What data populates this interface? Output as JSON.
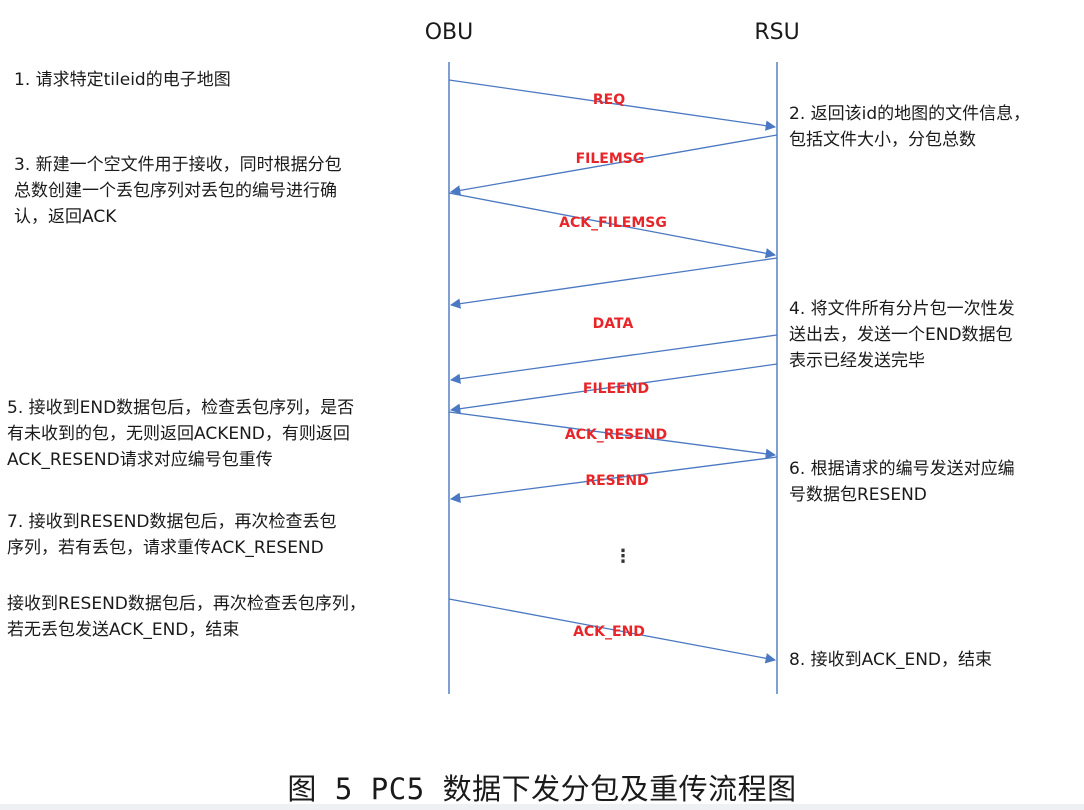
{
  "lifelines": {
    "obu": "OBU",
    "rsu": "RSU"
  },
  "notes": {
    "left": [
      [
        "1. 请求特定tileid的电子地图"
      ],
      [
        "3. 新建一个空文件用于接收，同时根据分包",
        "总数创建一个丢包序列对丢包的编号进行确",
        "认，返回ACK"
      ],
      [
        "5. 接收到END数据包后，检查丢包序列，是否",
        "有未收到的包，无则返回ACKEND，有则返回",
        "ACK_RESEND请求对应编号包重传"
      ],
      [
        "7. 接收到RESEND数据包后，再次检查丢包",
        "序列，若有丢包，请求重传ACK_RESEND"
      ],
      [
        "接收到RESEND数据包后，再次检查丢包序列，",
        "若无丢包发送ACK_END，结束"
      ]
    ],
    "right": [
      [
        "2. 返回该id的地图的文件信息，",
        "包括文件大小，分包总数"
      ],
      [
        "4. 将文件所有分片包一次性发",
        "送出去，发送一个END数据包",
        "表示已经发送完毕"
      ],
      [
        "6. 根据请求的编号发送对应编",
        "号数据包RESEND"
      ],
      [
        "8. 接收到ACK_END，结束"
      ]
    ]
  },
  "messages": [
    "REQ",
    "FILEMSG",
    "ACK_FILEMSG",
    "DATA",
    "FILEEND",
    "ACK_RESEND",
    "RESEND",
    "ACK_END"
  ],
  "ellipsis": "⋮",
  "caption": "图 5  PC5 数据下发分包及重传流程图",
  "colors": {
    "arrow": "#4a78c2",
    "label": "#e8262a"
  }
}
